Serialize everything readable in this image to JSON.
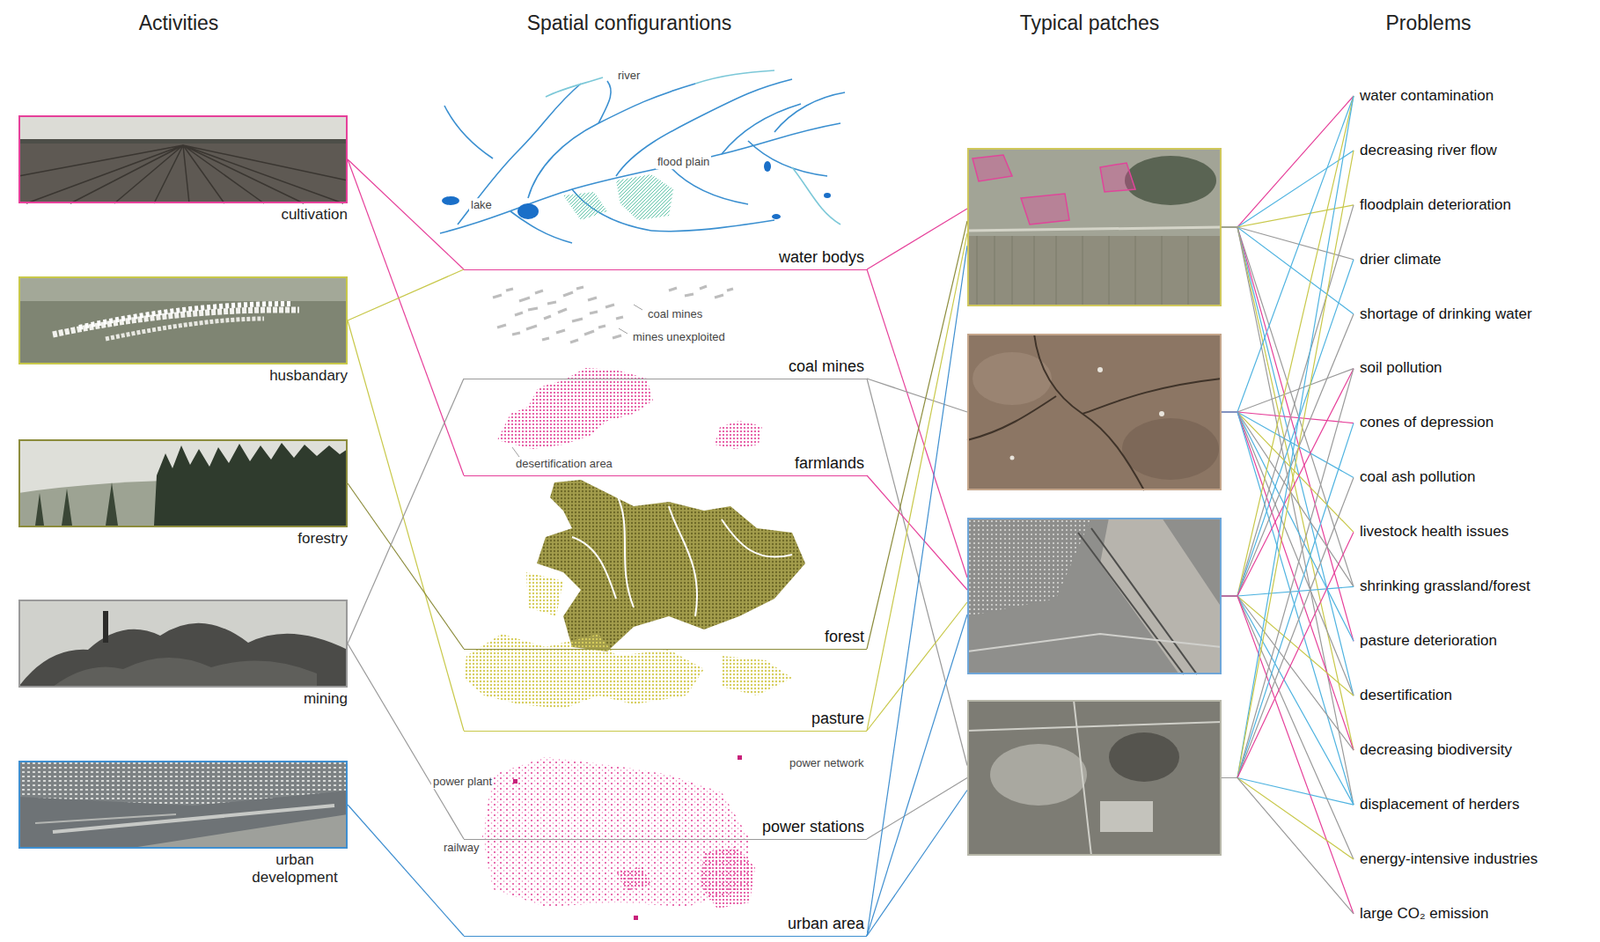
{
  "diagram": {
    "nodes": [
      {
        "text": [
          "cultivation"
        ]
      },
      {
        "text": [
          "husbandary"
        ]
      },
      {
        "text": [
          "forestry"
        ]
      },
      {
        "text": [
          "mining"
        ]
      },
      {
        "text": [
          "urban development"
        ]
      },
      {
        "text": [
          "water bodys"
        ]
      },
      {
        "text": [
          "coal mines"
        ]
      },
      {
        "text": [
          "farmlands"
        ]
      },
      {
        "text": [
          "forest"
        ]
      },
      {
        "text": [
          "pasture"
        ]
      },
      {
        "text": [
          "power stations"
        ]
      },
      {
        "text": [
          "urban area"
        ]
      },
      {
        "text": []
      },
      {
        "text": []
      },
      {
        "text": []
      },
      {
        "text": []
      },
      {
        "text": [
          "water contamination"
        ]
      },
      {
        "text": [
          "decreasing river flow"
        ]
      },
      {
        "text": [
          "floodplain deterioration"
        ]
      },
      {
        "text": [
          "drier climate"
        ]
      },
      {
        "text": [
          "shortage of drinking water"
        ]
      },
      {
        "text": [
          "soil pollution"
        ]
      },
      {
        "text": [
          "cones of depression"
        ]
      },
      {
        "text": [
          "coal ash pollution"
        ]
      },
      {
        "text": [
          "livestock health issues"
        ]
      },
      {
        "text": [
          "shrinking grassland/forest"
        ]
      },
      {
        "text": [
          "pasture deterioration"
        ]
      },
      {
        "text": [
          "desertification"
        ]
      },
      {
        "text": [
          "decreasing biodiversity"
        ]
      },
      {
        "text": [
          "displacement of herders"
        ]
      },
      {
        "text": [
          "energy-intensive industries"
        ]
      },
      {
        "text": [
          "large CO₂ emission"
        ]
      }
    ],
    "edges": [
      {
        "from": 0,
        "to": 5,
        "arrow": "none"
      },
      {
        "from": 0,
        "to": 7,
        "arrow": "none"
      },
      {
        "from": 1,
        "to": 5,
        "arrow": "none"
      },
      {
        "from": 1,
        "to": 9,
        "arrow": "none"
      },
      {
        "from": 2,
        "to": 8,
        "arrow": "none"
      },
      {
        "from": 3,
        "to": 6,
        "arrow": "none"
      },
      {
        "from": 3,
        "to": 10,
        "arrow": "none"
      },
      {
        "from": 4,
        "to": 11,
        "arrow": "none"
      },
      {
        "from": 5,
        "to": 12,
        "arrow": "none"
      },
      {
        "from": 5,
        "to": 14,
        "arrow": "none"
      },
      {
        "from": 6,
        "to": 13,
        "arrow": "none"
      },
      {
        "from": 6,
        "to": 15,
        "arrow": "none"
      },
      {
        "from": 7,
        "to": 14,
        "arrow": "none"
      },
      {
        "from": 8,
        "to": 12,
        "arrow": "none"
      },
      {
        "from": 9,
        "to": 12,
        "arrow": "none"
      },
      {
        "from": 9,
        "to": 14,
        "arrow": "none"
      },
      {
        "from": 10,
        "to": 15,
        "arrow": "none"
      },
      {
        "from": 11,
        "to": 12,
        "arrow": "none"
      },
      {
        "from": 11,
        "to": 14,
        "arrow": "none"
      },
      {
        "from": 11,
        "to": 15,
        "arrow": "none"
      },
      {
        "from": 12,
        "to": 16,
        "arrow": "none"
      },
      {
        "from": 12,
        "to": 17,
        "arrow": "none"
      },
      {
        "from": 12,
        "to": 18,
        "arrow": "none"
      },
      {
        "from": 12,
        "to": 19,
        "arrow": "none"
      },
      {
        "from": 12,
        "to": 20,
        "arrow": "none"
      },
      {
        "from": 12,
        "to": 25,
        "arrow": "none"
      },
      {
        "from": 12,
        "to": 26,
        "arrow": "none"
      },
      {
        "from": 12,
        "to": 27,
        "arrow": "none"
      },
      {
        "from": 12,
        "to": 28,
        "arrow": "none"
      },
      {
        "from": 12,
        "to": 29,
        "arrow": "none"
      },
      {
        "from": 13,
        "to": 16,
        "arrow": "none"
      },
      {
        "from": 13,
        "to": 21,
        "arrow": "none"
      },
      {
        "from": 13,
        "to": 22,
        "arrow": "none"
      },
      {
        "from": 13,
        "to": 23,
        "arrow": "none"
      },
      {
        "from": 13,
        "to": 24,
        "arrow": "none"
      },
      {
        "from": 13,
        "to": 25,
        "arrow": "none"
      },
      {
        "from": 13,
        "to": 26,
        "arrow": "none"
      },
      {
        "from": 13,
        "to": 27,
        "arrow": "none"
      },
      {
        "from": 13,
        "to": 28,
        "arrow": "none"
      },
      {
        "from": 13,
        "to": 29,
        "arrow": "none"
      },
      {
        "from": 14,
        "to": 16,
        "arrow": "none"
      },
      {
        "from": 14,
        "to": 18,
        "arrow": "none"
      },
      {
        "from": 14,
        "to": 19,
        "arrow": "none"
      },
      {
        "from": 14,
        "to": 20,
        "arrow": "none"
      },
      {
        "from": 14,
        "to": 21,
        "arrow": "none"
      },
      {
        "from": 14,
        "to": 25,
        "arrow": "none"
      },
      {
        "from": 14,
        "to": 27,
        "arrow": "none"
      },
      {
        "from": 14,
        "to": 28,
        "arrow": "none"
      },
      {
        "from": 14,
        "to": 29,
        "arrow": "none"
      },
      {
        "from": 14,
        "to": 30,
        "arrow": "none"
      },
      {
        "from": 14,
        "to": 31,
        "arrow": "none"
      },
      {
        "from": 15,
        "to": 16,
        "arrow": "none"
      },
      {
        "from": 15,
        "to": 17,
        "arrow": "none"
      },
      {
        "from": 15,
        "to": 21,
        "arrow": "none"
      },
      {
        "from": 15,
        "to": 22,
        "arrow": "none"
      },
      {
        "from": 15,
        "to": 23,
        "arrow": "none"
      },
      {
        "from": 15,
        "to": 24,
        "arrow": "none"
      },
      {
        "from": 15,
        "to": 29,
        "arrow": "none"
      },
      {
        "from": 15,
        "to": 30,
        "arrow": "none"
      },
      {
        "from": 15,
        "to": 31,
        "arrow": "none"
      }
    ],
    "labels": [
      "Activities",
      "Spatial configurantions",
      "Typical patches",
      "Problems",
      "river",
      "flood plain",
      "lake",
      "coal mines",
      "mines unexploited",
      "desertification area",
      "power plant",
      "power network",
      "railway"
    ]
  }
}
